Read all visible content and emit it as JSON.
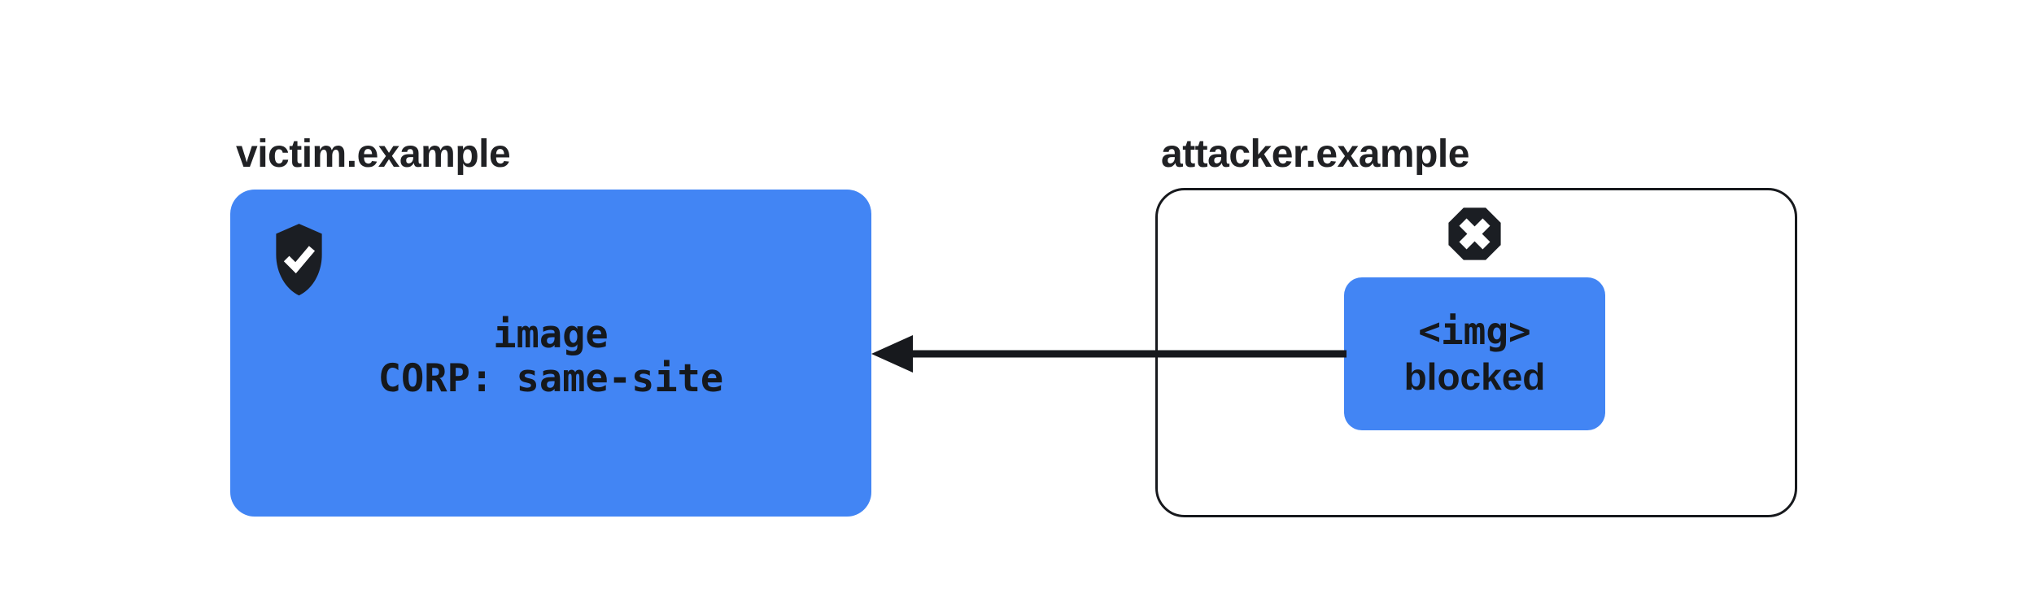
{
  "colors": {
    "background": "#ffffff",
    "box_blue": "#4285f4",
    "dark_stroke": "#17191d",
    "text_dark": "#202124",
    "icon_black": "#1b1e23",
    "check_and_x_white": "#ffffff"
  },
  "victim": {
    "label": "victim.example",
    "box": {
      "icon": "shield-check-icon",
      "lines": [
        "image",
        "CORP: same-site"
      ]
    }
  },
  "attacker": {
    "label": "attacker.example",
    "status_icon": "blocked-x-octagon-icon",
    "request_box": {
      "lines": [
        "<img>",
        "blocked"
      ]
    }
  },
  "arrow": {
    "direction": "right-to-left",
    "from": "attacker.example",
    "to": "victim.example"
  }
}
